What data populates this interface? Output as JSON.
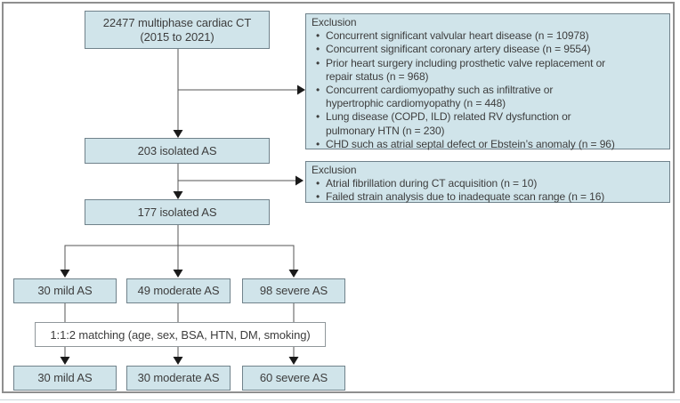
{
  "colors": {
    "box_fill": "#d0e4ea",
    "box_border": "#70828b",
    "text": "#3d3d3d",
    "arrow_line": "#555555",
    "arrow_head": "#1a1a1a",
    "frame_border": "#8f8f8f"
  },
  "nodes": {
    "total_ct": {
      "line1": "22477 multiphase cardiac CT",
      "line2": "(2015 to 2021)"
    },
    "isolated_as_203": "203 isolated AS",
    "isolated_as_177": "177 isolated AS"
  },
  "exclusion_1": {
    "title": "Exclusion",
    "items": [
      "Concurrent significant valvular heart disease (n = 10978)",
      "Concurrent significant coronary artery disease (n = 9554)",
      "Prior heart surgery including prosthetic valve replacement or\nrepair status (n = 968)",
      "Concurrent cardiomyopathy such as infiltrative or\nhypertrophic cardiomyopathy (n = 448)",
      "Lung disease (COPD, ILD) related RV dysfunction or\npulmonary HTN (n = 230)",
      "CHD such as atrial septal defect or Ebstein’s anomaly (n = 96)"
    ]
  },
  "exclusion_2": {
    "title": "Exclusion",
    "items": [
      "Atrial fibrillation during CT acquisition (n = 10)",
      "Failed strain analysis due to inadequate scan range (n = 16)"
    ]
  },
  "groups_initial": [
    "30 mild AS",
    "49 moderate AS",
    "98 severe AS"
  ],
  "matching_label": "1:1:2 matching (age, sex, BSA, HTN, DM, smoking)",
  "groups_matched": [
    "30 mild AS",
    "30 moderate AS",
    "60 severe AS"
  ]
}
